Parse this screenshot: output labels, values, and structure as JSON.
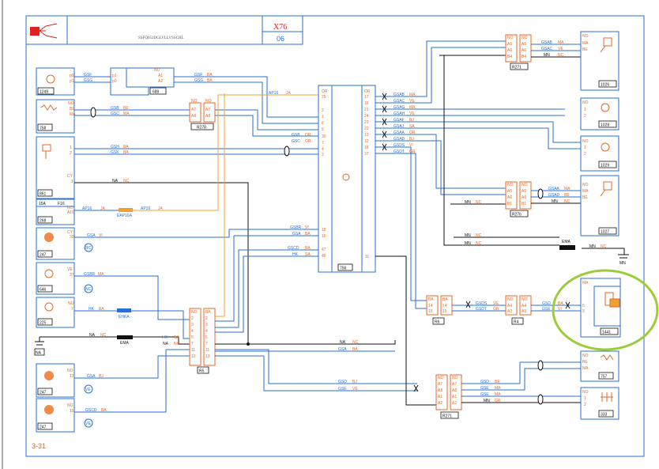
{
  "header": {
    "code": "X76",
    "sub": "06",
    "reference": "SSFQ052DGLVLLVSSCHL"
  },
  "page_number": "3-31",
  "central_unit": {
    "id": "756"
  },
  "components": {
    "c1249": "1249",
    "c689": "689",
    "c758": "758",
    "c861": "861",
    "c268": "268",
    "c268_fuse": "15A",
    "c268_fuse_ref": "F16",
    "c247a": "247",
    "c646": "646",
    "c225": "225",
    "c247b": "247",
    "c247c": "247",
    "c1026": "1026",
    "c1028": "1028",
    "c1029": "1029",
    "c1027": "1027",
    "c1441": "1441",
    "c757": "757",
    "c333": "333"
  },
  "connectors": {
    "r270_top": "R271",
    "r278": "R278",
    "r276": "R276",
    "r6_small": "R6",
    "r4": "R4",
    "r5_main": "R5",
    "r271_bottom": "R271"
  },
  "grounds": {
    "na": "NA",
    "mn": "MN"
  },
  "wires": {
    "gsf": "GSF",
    "gsg": "GSG",
    "gsb": "GSB",
    "gsc": "GSC",
    "gsh": "GSH",
    "gsk": "GSK",
    "ap16": "AP16",
    "gsa": "GSA",
    "gsbr": "GSBR",
    "hk": "HK",
    "gscd": "GSCD",
    "gsab": "GSAB",
    "gsac": "GSAC",
    "gsag": "GSAG",
    "gsah": "GSAH",
    "gsaf": "GSAF",
    "gsaj": "GSAJ",
    "gsaa": "GSAA",
    "gsad": "GSAD",
    "gsds": "GSDS",
    "gsdt": "GSDT",
    "gsd": "GSD",
    "gse": "GSE",
    "ema": "EMA",
    "ehka": "EHKA",
    "eap16a": "EAP16A"
  },
  "colors_codes": {
    "ba": "BA",
    "na": "NA",
    "be": "BE",
    "ma": "MA",
    "ve": "VE",
    "vi": "VI",
    "ja": "JA",
    "sa": "SA",
    "or": "OR",
    "bj": "BJ",
    "gr": "GR",
    "nc": "NC",
    "mn": "MN",
    "cy": "CY",
    "no": "NO"
  },
  "badges": {
    "b1": "RC",
    "b2": "NC",
    "b3": "VE",
    "b4": "VE"
  },
  "highlight_color": "#9ccc3a",
  "accent_colors": {
    "wire": "#2a6fd6",
    "connector": "#e06a2a",
    "fuse_wire": "#f0a030"
  }
}
